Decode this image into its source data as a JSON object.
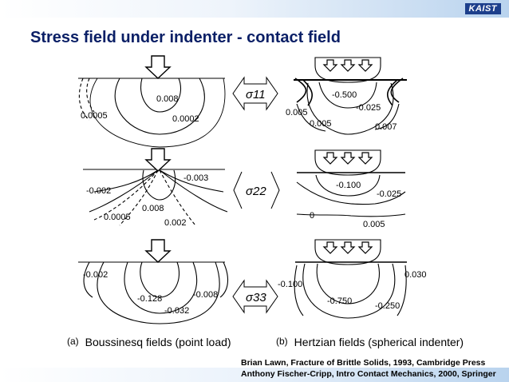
{
  "header": {
    "logo": "KAIST"
  },
  "title": "Stress field under indenter - contact field",
  "panels": {
    "row1": {
      "left_labels": [
        "0.008",
        "0.0005",
        "0.0002"
      ],
      "middle_symbol": "σ11",
      "right_labels": [
        "-0.500",
        "-0.025",
        "0.005",
        "0.005",
        "0.007"
      ]
    },
    "row2": {
      "left_labels": [
        "-0.003",
        "-0.002",
        "0.008",
        "0.0005",
        "0.002"
      ],
      "middle_symbol": "σ22",
      "right_labels": [
        "-0.100",
        "-0.025",
        "0",
        "0.005"
      ]
    },
    "row3": {
      "left_labels": [
        "-0.002",
        "-0.008",
        "-0.128",
        "-0.032"
      ],
      "middle_symbol": "σ33",
      "right_labels": [
        "0.030",
        "-0.100",
        "-0.750",
        "-0.250"
      ]
    }
  },
  "captions": {
    "a_tag": "(a)",
    "a_text": "Boussinesq fields (point load)",
    "b_tag": "(b)",
    "b_text": "Hertzian fields (spherical indenter)"
  },
  "references": [
    "Brian Lawn, Fracture of Brittle Solids, 1993, Cambridge Press",
    "Anthony Fischer-Cripp, Intro Contact Mechanics, 2000, Springer"
  ]
}
